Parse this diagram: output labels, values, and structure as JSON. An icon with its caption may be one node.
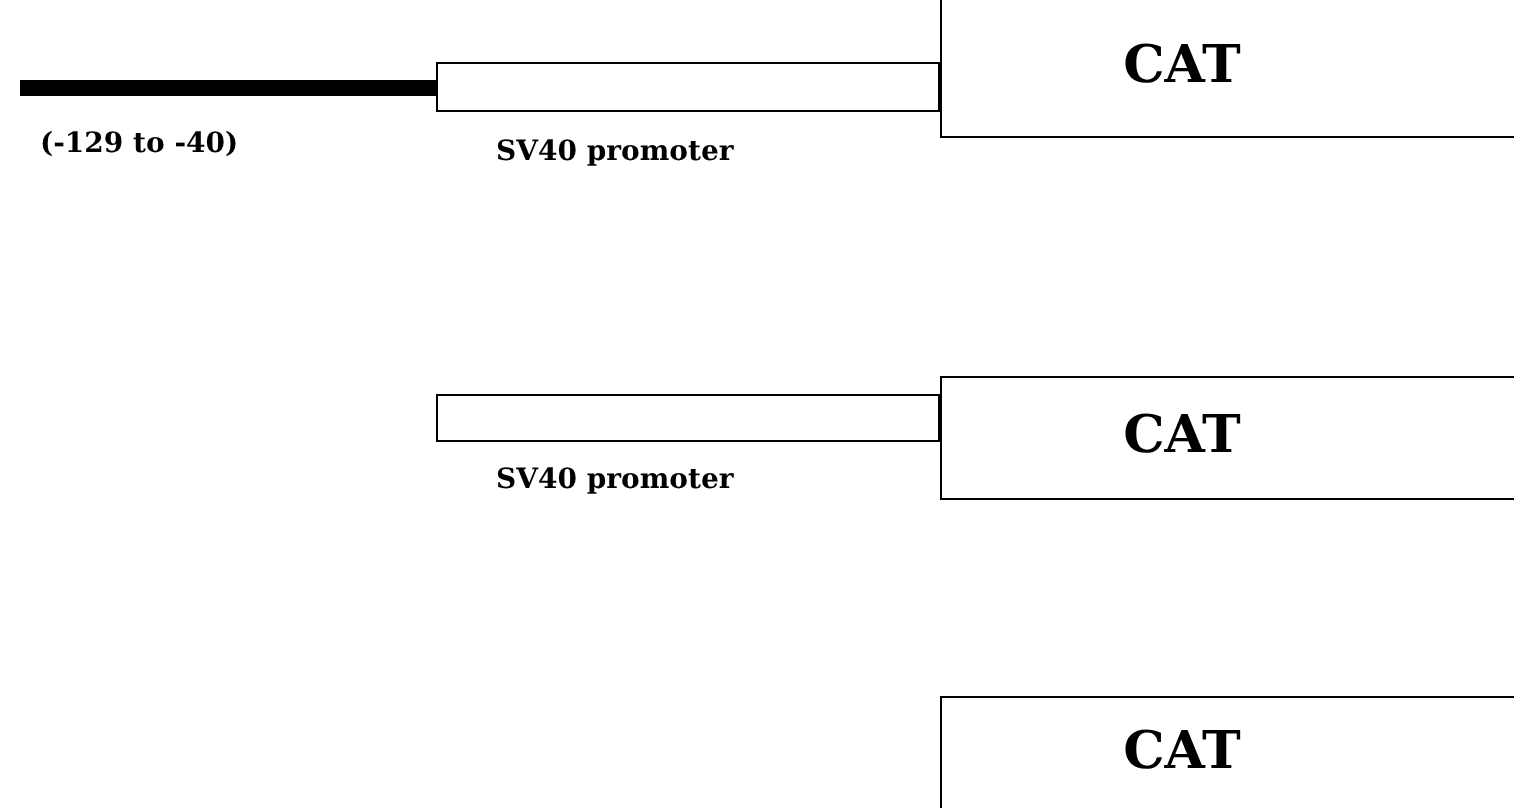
{
  "diagram": {
    "nodes": [
      {
        "text": [],
        "shape": "bar",
        "beside": [
          "(-129 to -40)"
        ]
      },
      {
        "text": [],
        "shape": "box",
        "beside": [
          "SV40 promoter"
        ]
      },
      {
        "text": [
          "CAT"
        ]
      },
      {
        "text": [],
        "shape": "box",
        "beside": [
          "SV40 promoter"
        ]
      },
      {
        "text": [
          "CAT"
        ]
      },
      {
        "text": [
          "CAT"
        ]
      }
    ],
    "edges": []
  }
}
